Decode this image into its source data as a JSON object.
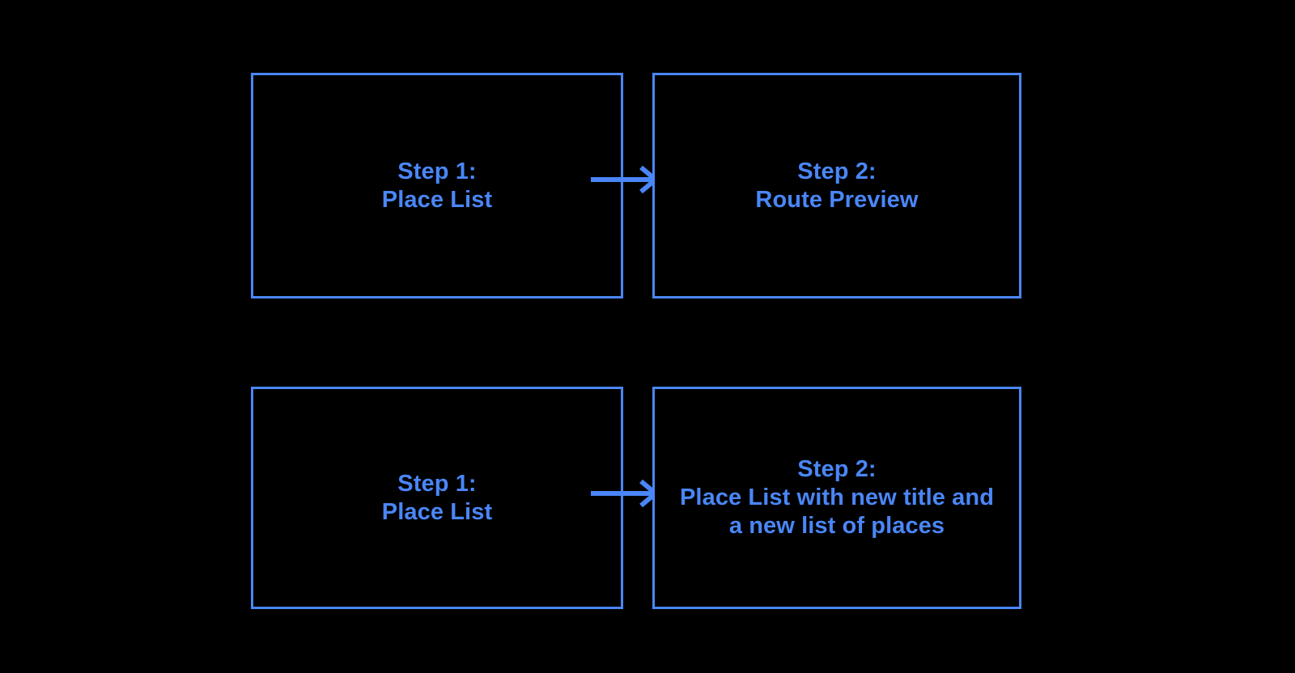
{
  "diagram": {
    "title": "Two-step user flow comparison diagram",
    "background_color": "#000000",
    "accent_color": "#4a86f7",
    "rows": [
      {
        "name": "route-preview-flow",
        "boxes": [
          {
            "id": "top-step-1",
            "label": "Step 1:\nPlace List"
          },
          {
            "id": "top-step-2",
            "label": "Step 2:\nRoute Preview"
          }
        ],
        "connector": {
          "icon": "arrow-right-icon"
        }
      },
      {
        "name": "place-list-update-flow",
        "boxes": [
          {
            "id": "bottom-step-1",
            "label": "Step 1:\nPlace List"
          },
          {
            "id": "bottom-step-2",
            "label": "Step 2:\nPlace List with new title and\na new list of places"
          }
        ],
        "connector": {
          "icon": "arrow-right-icon"
        }
      }
    ]
  }
}
